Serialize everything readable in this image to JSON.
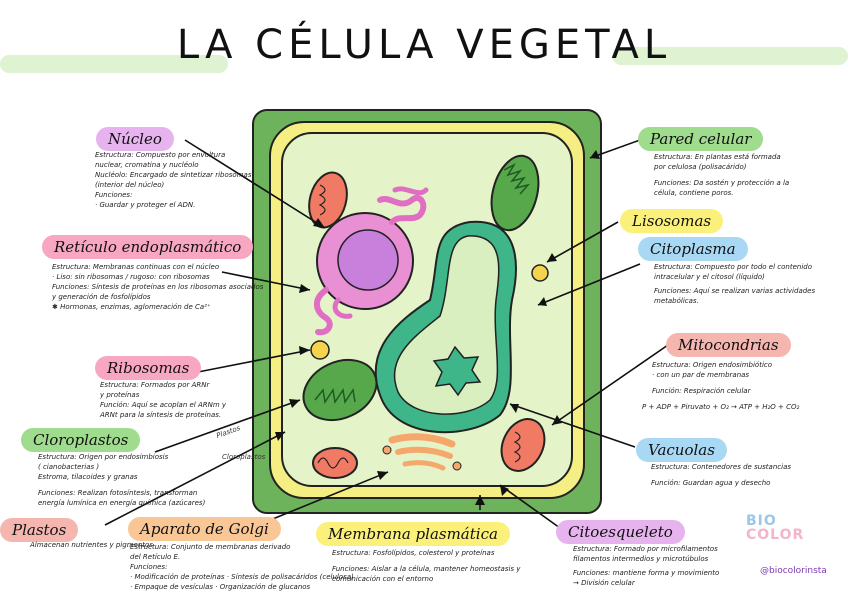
{
  "title": "LA CÉLULA VEGETAL",
  "colors": {
    "cell_wall": "#6db35b",
    "membrane": "#f5ee82",
    "cytoplasm": "#e4f4c8",
    "nucleus": "#e98fd3",
    "nucleolus": "#c97fdc",
    "vacuole": "#3fb58a",
    "chloroplast": "#56a84b",
    "mitochondria": "#f07a63",
    "golgi": "#f6a76b",
    "label_purple": "#e7b3ef",
    "label_pink": "#f7a7c2",
    "label_green": "#9fdc8e",
    "label_yellow": "#fbf07a",
    "label_blue": "#a9d8f5",
    "label_salmon": "#f6b6b0",
    "label_orange": "#f9c796"
  },
  "labels": {
    "nucleo": {
      "title": "Núcleo",
      "lines": [
        "Estructura: Compuesto por envoltura",
        "nuclear, cromatina y nucléolo",
        "Nucléolo: Encargado de sintetizar ribosomas",
        "(interior del núcleo)",
        "Funciones:",
        "· Guardar y proteger el ADN."
      ]
    },
    "reticulo": {
      "title": "Retículo endoplasmático",
      "lines": [
        "Estructura: Membranas continuas con el núcleo",
        "· Liso: sin ribosomas  / rugoso: con ribosomas",
        "Funciones: Síntesis de proteínas en los ribosomas asociados",
        "y generación de fosfolípidos",
        "✱ Hormonas, enzimas, aglomeración de Ca²⁺"
      ]
    },
    "ribosomas": {
      "title": "Ribosomas",
      "lines": [
        "Estructura: Formados por ARNr",
        "y proteínas",
        "Función: Aquí se acoplan el ARNm y",
        "ARNt para la síntesis de proteínas."
      ]
    },
    "cloroplastos": {
      "title": "Cloroplastos",
      "lines": [
        "Estructura: Origen por endosimbiosis",
        "( cianobacterias )",
        "Estroma, tilacoides y granas",
        "Funciones: Realizan fotosíntesis, transforman",
        "energía lumínica en energía química (azúcares)"
      ]
    },
    "plastos": {
      "title": "Plastos",
      "lines": [
        "Almacenan nutrientes y pigmentos"
      ]
    },
    "golgi": {
      "title": "Aparato de Golgi",
      "lines": [
        "Estructura: Conjunto de membranas derivado",
        "del Retículo E.",
        "Funciones:",
        "· Modificación de proteínas  · Síntesis de polisacáridos (celulosa)",
        "· Empaque de vesículas        · Organización de glucanos"
      ]
    },
    "membrana": {
      "title": "Membrana plasmática",
      "lines": [
        "Estructura: Fosfolípidos, colesterol y proteínas",
        "Funciones: Aislar a la célula, mantener homeostasis y",
        "comunicación con el entorno"
      ]
    },
    "citoesqueleto": {
      "title": "Citoesqueleto",
      "lines": [
        "Estructura: Formado por microfilamentos",
        "filamentos intermedios y microtúbulos",
        "Funciones: mantiene forma y movimiento",
        "→ División celular"
      ]
    },
    "vacuolas": {
      "title": "Vacuolas",
      "lines": [
        "Estructura: Contenedores de sustancias",
        "Función: Guardan agua y desecho"
      ]
    },
    "mitocondrias": {
      "title": "Mitocondrias",
      "lines": [
        "Estructura: Origen endosimbiótico",
        "· con un par de membranas",
        "Función: Respiración celular",
        "P + ADP + Piruvato + O₂ → ATP + H₂O + CO₂"
      ]
    },
    "citoplasma": {
      "title": "Citoplasma",
      "lines": [
        "Estructura: Compuesto por todo el contenido",
        "intracelular y el citosol (líquido)",
        "Funciones: Aquí se realizan varias actividades",
        "metabólicas."
      ]
    },
    "lisosomas": {
      "title": "Lisosomas"
    },
    "pared": {
      "title": "Pared celular",
      "lines": [
        "Estructura: En plantas está formada",
        "por celulosa (polisacárido)",
        "Funciones: Da sostén y protección a la",
        "célula, contiene poros."
      ]
    }
  },
  "small_labels": {
    "plastos": "Plastos",
    "cloroplastos": "Cloroplastos"
  },
  "brand": {
    "logo_line1": "BIO",
    "logo_line2": "COLOR",
    "handle": "@biocolorinsta"
  }
}
